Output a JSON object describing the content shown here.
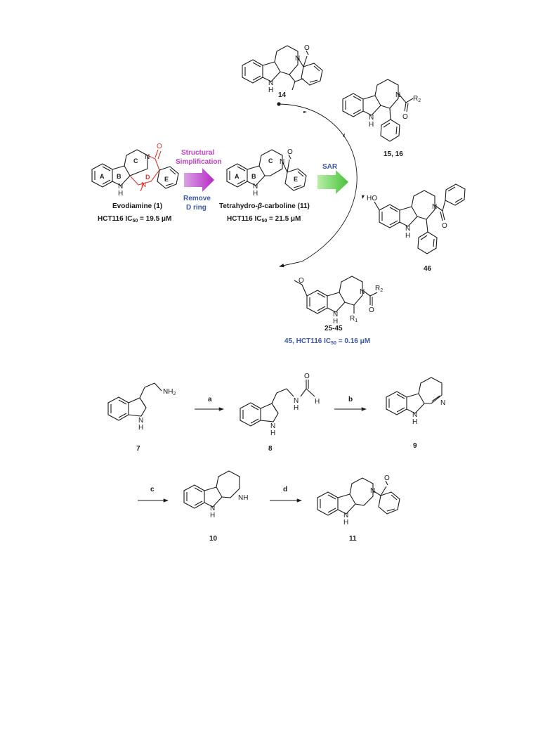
{
  "top_scheme": {
    "evodiamine": {
      "name": "Evodiamine (1)",
      "activity": "HCT116 IC50 = 19.5 μM",
      "rings": [
        "A",
        "B",
        "C",
        "D",
        "E"
      ],
      "atoms": {
        "o": "O",
        "n1": "N",
        "n2": "N",
        "nh": "N",
        "h": "H"
      }
    },
    "step1": {
      "above1": "Structural",
      "above2": "Simplification",
      "below1": "Remove",
      "below2": "D ring"
    },
    "thbc": {
      "name": "Tetrahydro-β-carboline (11)",
      "activity": "HCT116 IC50 = 21.5 μM",
      "rings": [
        "A",
        "B",
        "C",
        "E"
      ],
      "atoms": {
        "o": "O",
        "n": "N",
        "nh": "N",
        "h": "H"
      }
    },
    "step2": {
      "label": "SAR"
    },
    "cmpd14": {
      "label": "14",
      "atoms": {
        "o": "O",
        "n": "N",
        "nh": "N",
        "h": "H"
      }
    },
    "cmpd15": {
      "label": "15, 16",
      "atoms": {
        "r": "R2",
        "o": "O",
        "n": "N",
        "nh": "N",
        "h": "H"
      }
    },
    "cmpd46": {
      "label": "46",
      "atoms": {
        "ho": "HO",
        "o": "O",
        "n": "N",
        "nh": "N",
        "h": "H"
      }
    },
    "cmpd25": {
      "label": "25-45",
      "highlight": "45, HCT116 IC50 = 0.16 μM",
      "atoms": {
        "r2": "R2",
        "r1": "R1",
        "o": "O",
        "n": "N",
        "nh": "N",
        "h": "H"
      }
    }
  },
  "bottom_scheme": {
    "c7": {
      "label": "7",
      "atoms": {
        "nh2": "NH2",
        "nh": "N",
        "h": "H"
      }
    },
    "c8": {
      "label": "8",
      "atoms": {
        "o": "O",
        "amideN": "N",
        "amideH": "H",
        "cH": "H",
        "nh": "N",
        "h": "H"
      }
    },
    "c9": {
      "label": "9",
      "atoms": {
        "n": "N",
        "nh": "N",
        "h": "H"
      }
    },
    "c10": {
      "label": "10",
      "atoms": {
        "nh": "NH",
        "indN": "N",
        "h": "H"
      }
    },
    "c11": {
      "label": "11",
      "atoms": {
        "o": "O",
        "n": "N",
        "nh": "N",
        "h": "H"
      }
    },
    "steps": {
      "a": "a",
      "b": "b",
      "c": "c",
      "d": "d"
    }
  },
  "colors": {
    "red": "#e0342b",
    "blue": "#3d56b0",
    "magenta": "#c23fc8",
    "green": "#6fd35a"
  }
}
